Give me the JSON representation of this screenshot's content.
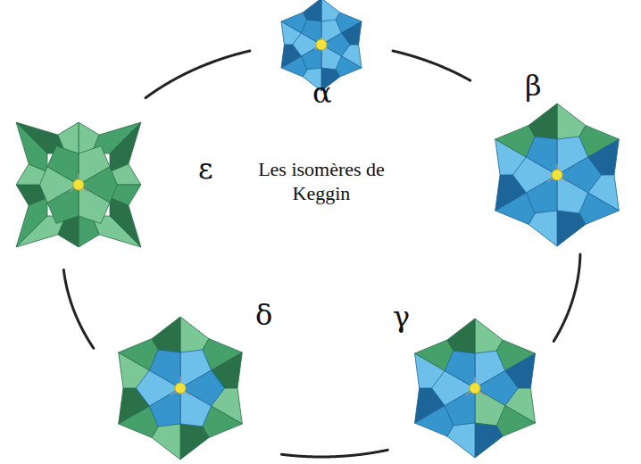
{
  "diagram": {
    "nodes": [
      {
        "text": [
          "α"
        ]
      },
      {
        "text": [
          "β"
        ]
      },
      {
        "text": [
          "γ"
        ]
      },
      {
        "text": [
          "δ"
        ]
      },
      {
        "text": [
          "ε"
        ]
      }
    ],
    "edges": [
      {
        "from": 0,
        "to": 1,
        "arrow": "none"
      },
      {
        "from": 1,
        "to": 2,
        "arrow": "none"
      },
      {
        "from": 2,
        "to": 3,
        "arrow": "none"
      },
      {
        "from": 3,
        "to": 4,
        "arrow": "none"
      },
      {
        "from": 4,
        "to": 0,
        "arrow": "none"
      }
    ],
    "labels": [
      "Les isomères de Keggin"
    ]
  }
}
